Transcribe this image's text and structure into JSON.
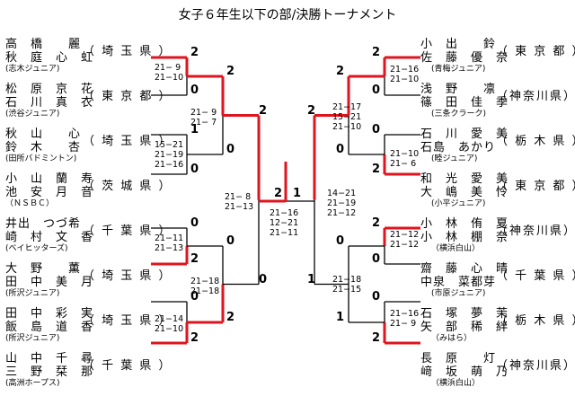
{
  "title": "女子６年生以下の部/決勝トーナメント",
  "left_entries": [
    {
      "p1": "高　橋　　麗",
      "p2": "秋　庭　心　虹",
      "club": "(志木ジュニア)",
      "pref": "（ 埼 玉 県 ）"
    },
    {
      "p1": "松　原　京　花",
      "p2": "石　川　真　衣",
      "club": "(渋谷ジュニア)",
      "pref": "（ 東 京 都 ）"
    },
    {
      "p1": "秋　山　　心",
      "p2": "鈴　木　　杏",
      "club": "(田所バドミントン)",
      "pref": "（ 埼 玉 県 ）"
    },
    {
      "p1": "小　山　蘭　寿",
      "p2": "池　安　月　音",
      "club": "（ＮＳＢＣ）",
      "pref": "（ 茨 城 県 ）"
    },
    {
      "p1": "井出　つづ希",
      "p2": "崎　村　文　香",
      "club": "(ベイヒッターズ)",
      "pref": "（ 千 葉 県 ）"
    },
    {
      "p1": "大　野　　薫",
      "p2": "田　中　美　月",
      "club": "(所沢ジュニア)",
      "pref": "（ 埼 玉 県 ）"
    },
    {
      "p1": "田　中　彩　実",
      "p2": "飯　島　道　香",
      "club": "(所沢ジュニア)",
      "pref": "（ 埼 玉 県 ）"
    },
    {
      "p1": "山　中　千　尋",
      "p2": "三　野　栞　那",
      "club": "(高洲ホープス)",
      "pref": "（ 千 葉 県 ）"
    }
  ],
  "right_entries": [
    {
      "p1": "小　出　　鈴",
      "p2": "佐　藤　優　奈",
      "club": "(青梅ジュニア)",
      "pref": "（ 東 京 都 ）"
    },
    {
      "p1": "浅　野　　凛",
      "p2": "篠　田　佳　季",
      "club": "(三条クラーク)",
      "pref": "（神奈川県）"
    },
    {
      "p1": "石　川　愛　美",
      "p2": "石島　あかり",
      "club": "(睦ジュニア)",
      "pref": "（ 栃 木 県 ）"
    },
    {
      "p1": "和　光　愛　美",
      "p2": "大　嶋　美　怜",
      "club": "(小平ジュニア)",
      "pref": "（ 東 京 都 ）"
    },
    {
      "p1": "小　林　侑　夏",
      "p2": "小　林　棚　奈",
      "club": "（横浜白山）",
      "pref": "（神奈川県）"
    },
    {
      "p1": "齋　藤　心　晴",
      "p2": "中泉　菜都芽",
      "club": "(市原ジュニア)",
      "pref": "（ 千 葉 県 ）"
    },
    {
      "p1": "石　塚　夢　茉",
      "p2": "矢　部　稀　絆",
      "club": "（みはら）",
      "pref": "（ 栃 木 県 ）"
    },
    {
      "p1": "長　原　　灯",
      "p2": "﨑　坂　萌　乃",
      "club": "（横浜白山）",
      "pref": "（神奈川県）"
    }
  ],
  "numbers": {
    "l_r1": [
      "2",
      "0",
      "1",
      "0",
      "0",
      "2",
      "0",
      "2"
    ],
    "l_r2": [
      "2",
      "0",
      "0",
      "2"
    ],
    "l_sf": [
      "2",
      "0"
    ],
    "final": [
      "2",
      "1"
    ],
    "r_sf": [
      "2",
      "1"
    ],
    "r_r2": [
      "2",
      "0",
      "0",
      "1"
    ],
    "r_r1": [
      "2",
      "0",
      "0",
      "2",
      "2",
      "0",
      "0",
      "2"
    ]
  },
  "scores": {
    "l_r1": [
      "21− 9\n21−10",
      "15−21\n21−19\n21−16",
      "21−11\n21−13",
      "21−14\n21−10"
    ],
    "l_r2": [
      "21− 9\n21− 7",
      "21−18\n21−18"
    ],
    "l_sf": "21− 8\n21−13",
    "final": "21−16\n12−21\n21−11",
    "r_sf": "14−21\n21−19\n21−12",
    "r_r2": [
      "21−17\n15−21\n21−10",
      "21−18\n21−15"
    ],
    "r_r1": [
      "21−16\n21−10",
      "21−10\n21− 6",
      "21−12\n21−12",
      "21−16\n21− 9"
    ]
  }
}
